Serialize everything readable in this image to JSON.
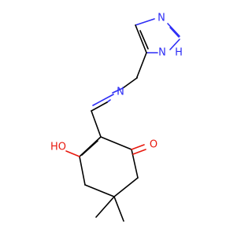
{
  "molecule": {
    "labels": {
      "hydroxyl": "HO",
      "carbonyl_o": "O",
      "imine_n": "N",
      "imidazole_n3": "N",
      "imidazole_n1": "N",
      "imidazole_h": "H"
    },
    "colors": {
      "bond": "#000000",
      "nitrogen": "#2d2df5",
      "oxygen": "#e8190e",
      "background": "#ffffff"
    }
  }
}
